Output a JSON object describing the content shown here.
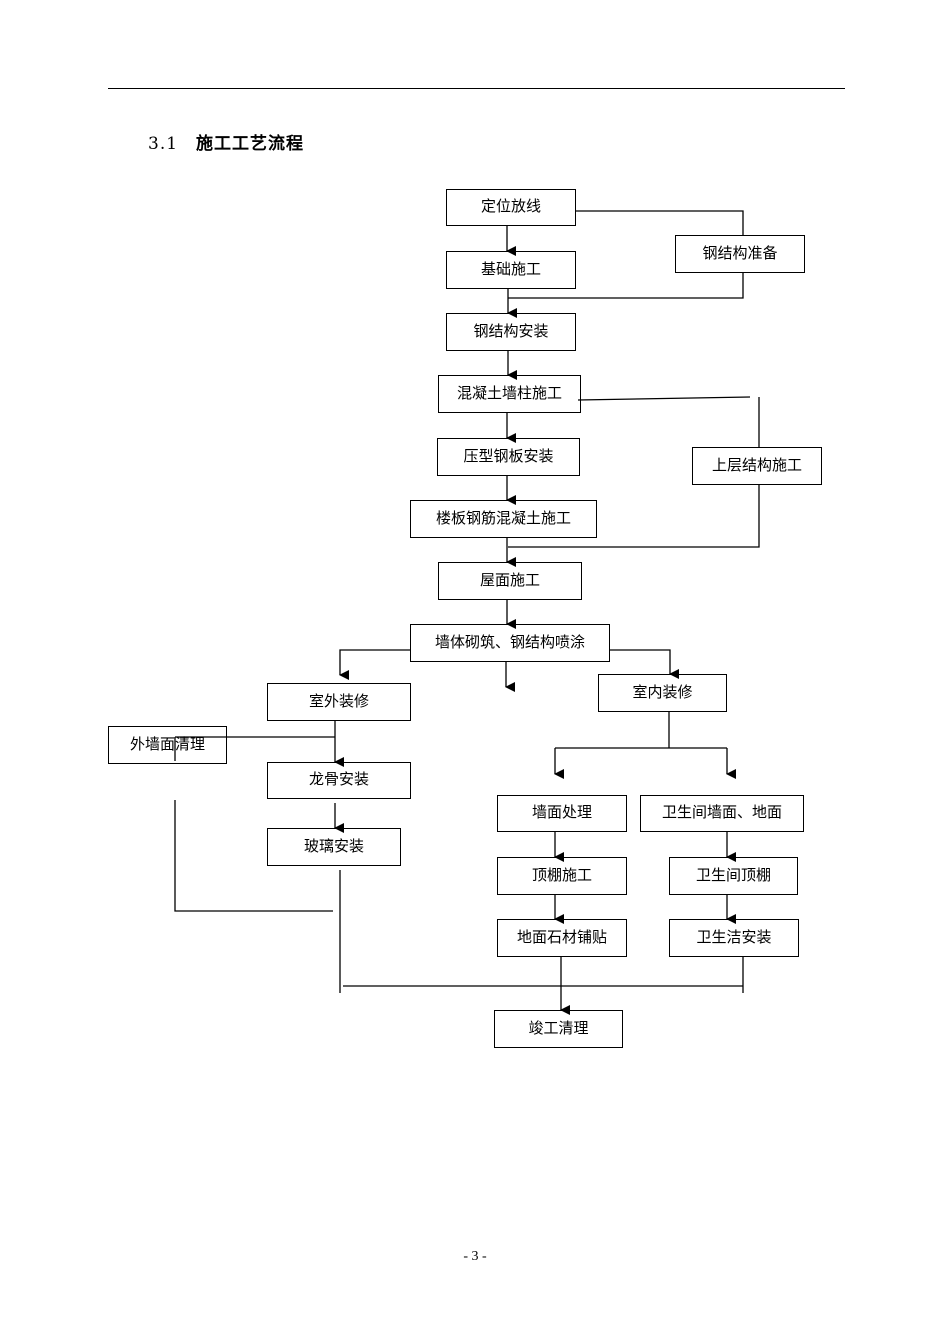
{
  "section": {
    "number": "3.1",
    "title": "施工工艺流程"
  },
  "flow": {
    "dingwei": "定位放线",
    "gjg_prep": "钢结构准备",
    "jichu": "基础施工",
    "gjg_install": "钢结构安装",
    "hnt_qz": "混凝土墙柱施工",
    "upper": "上层结构施工",
    "yaxing": "压型钢板安装",
    "louban": "楼板钢筋混凝土施工",
    "wumian": "屋面施工",
    "qiti": "墙体砌筑、钢结构喷涂",
    "shiwai": "室外装修",
    "shinei": "室内装修",
    "waiqiang": "外墙面清理",
    "longgu": "龙骨安装",
    "boli": "玻璃安装",
    "qiangmian": "墙面处理",
    "wsj_qm": "卫生间墙面、地面",
    "dingpeng": "顶棚施工",
    "wsj_dp": "卫生间顶棚",
    "dimian": "地面石材铺贴",
    "wsj_az": "卫生洁安装",
    "jungong": "竣工清理"
  },
  "footer": {
    "page": "- 3 -"
  }
}
